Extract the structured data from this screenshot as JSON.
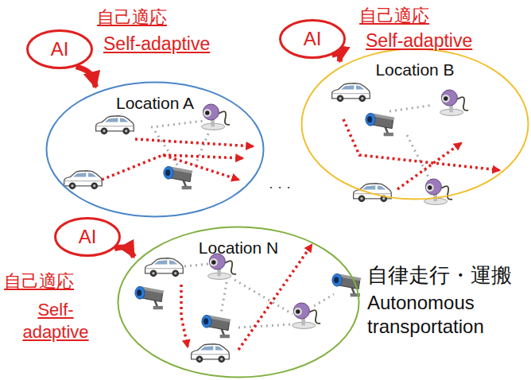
{
  "diagram": {
    "nodes": [
      {
        "text": [
          "AI"
        ]
      },
      {
        "text": [
          "Location A"
        ]
      },
      {
        "text": [
          "AI"
        ]
      },
      {
        "text": [
          "Location B"
        ]
      },
      {
        "text": [
          "AI"
        ]
      },
      {
        "text": [
          "Location N"
        ]
      }
    ],
    "edges": [
      {
        "from": 0,
        "to": 1,
        "arrow": "to"
      },
      {
        "from": 2,
        "to": 3,
        "arrow": "to"
      },
      {
        "from": 4,
        "to": 5,
        "arrow": "to"
      }
    ],
    "labels": [
      "自己適応",
      "Self-adaptive",
      "自己適応",
      "Self-adaptive",
      "· · ·",
      "自律走行・運搬",
      "Autonomous transportation",
      "自己適応",
      "Self- adaptive"
    ]
  }
}
